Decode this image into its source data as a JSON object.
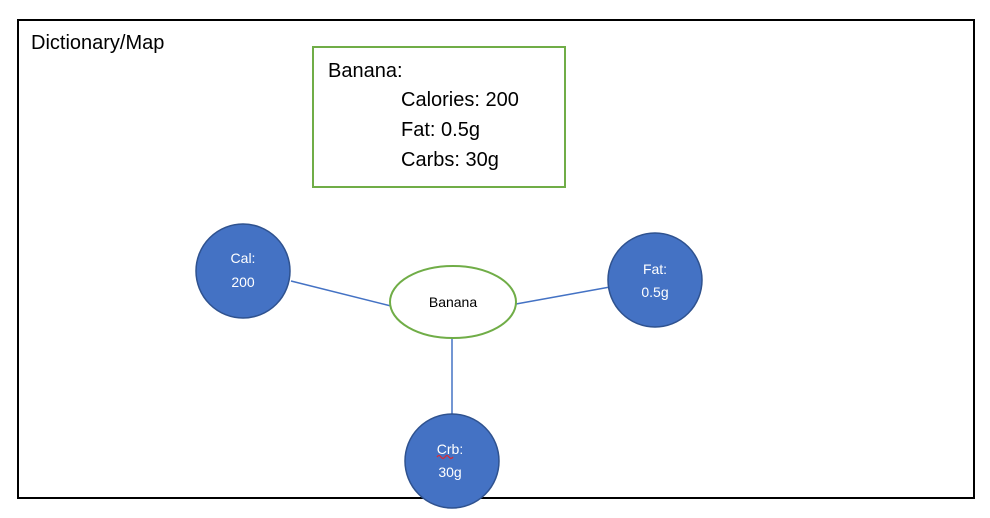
{
  "title": "Dictionary/Map",
  "info_box": {
    "heading": "Banana:",
    "lines": [
      "Calories: 200",
      "Fat: 0.5g",
      "Carbs: 30g"
    ]
  },
  "diagram": {
    "center": {
      "label": "Banana"
    },
    "nodes": [
      {
        "id": "cal",
        "lines": [
          "Cal:",
          "200"
        ]
      },
      {
        "id": "fat",
        "lines": [
          "Fat:",
          "0.5g"
        ]
      },
      {
        "id": "carb",
        "lines": [
          "Crb:",
          "30g"
        ]
      }
    ]
  },
  "colors": {
    "node_fill": "#4472c4",
    "node_stroke": "#2f528f",
    "connector": "#4472c4",
    "center_stroke": "#70ad47",
    "info_border": "#70ad47"
  }
}
